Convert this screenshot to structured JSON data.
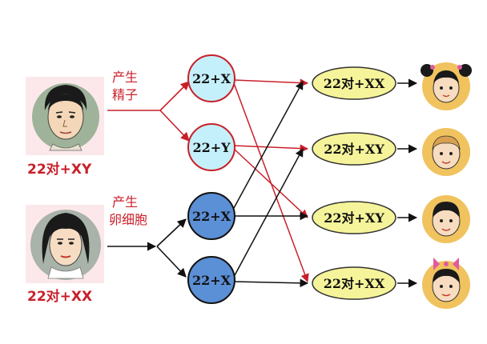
{
  "father": {
    "genotype": "22对+XY"
  },
  "mother": {
    "genotype": "22对+XX"
  },
  "sperm_label": {
    "line1": "产生",
    "line2": "精子"
  },
  "egg_label": {
    "line1": "产生",
    "line2": "卵细胞"
  },
  "gametes": {
    "sperm_x": "22+X",
    "sperm_y": "22+Y",
    "egg_x1": "22+X",
    "egg_x2": "22+X"
  },
  "zygotes": [
    "22对+XX",
    "22对+XY",
    "22对+XY",
    "22对+XX"
  ],
  "colors": {
    "red": "#c8202a",
    "black": "#111111",
    "sperm_fill": "#c4f0fb",
    "egg_fill": "#5b8fd6",
    "zygote_fill": "#f6f49a",
    "face_bg_male": "#9fb39a",
    "face_bg_female": "#a9b3a9",
    "child_bg": "#f0c35e"
  }
}
